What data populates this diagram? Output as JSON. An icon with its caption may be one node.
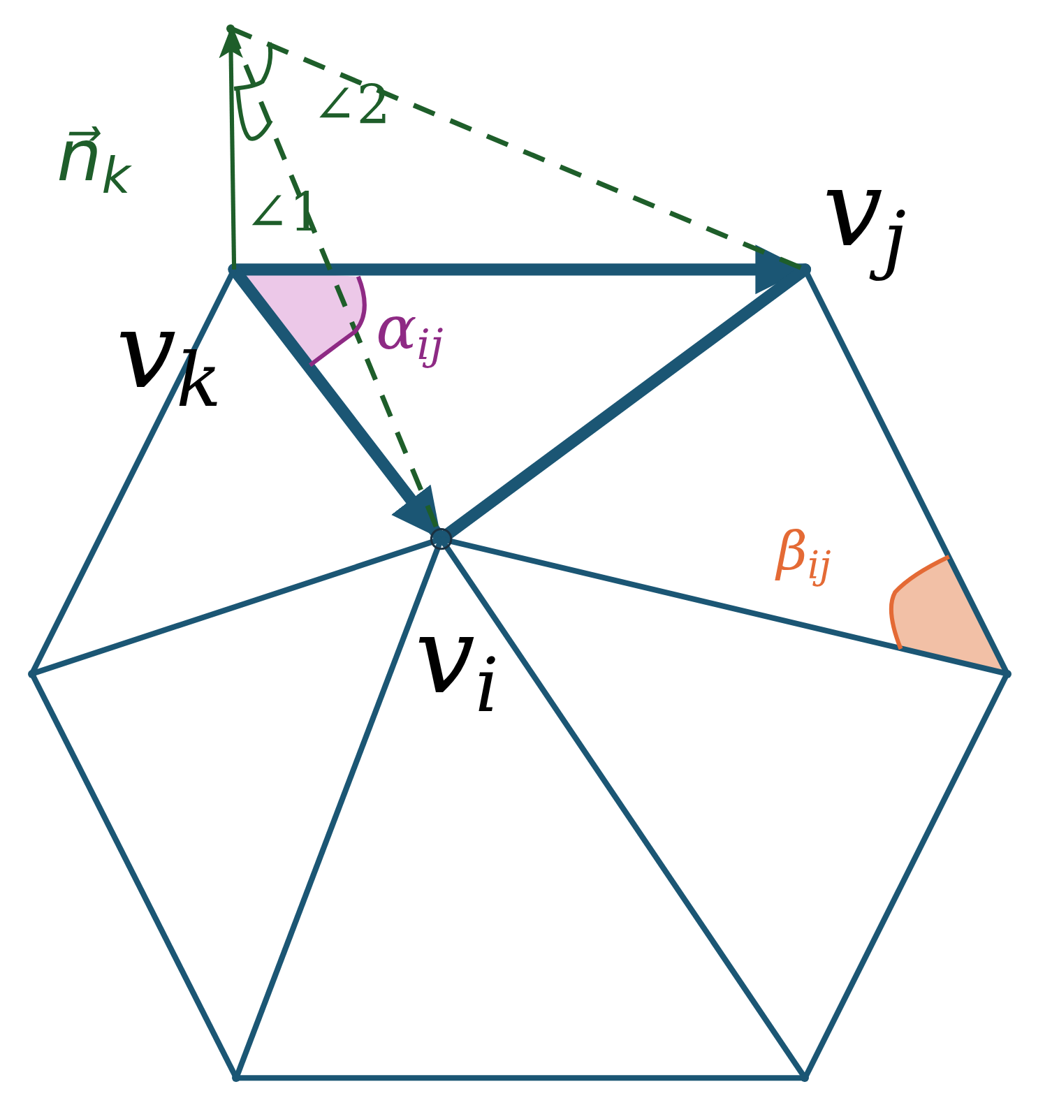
{
  "diagram": {
    "nodes": [
      {
        "text": [
          "v$_{k}$"
        ]
      },
      {
        "text": [
          "v$_{j}$"
        ]
      },
      {
        "text": [
          "v$_{i}$"
        ]
      },
      {
        "text": [],
        "shape": "point"
      },
      {
        "text": [],
        "shape": "point"
      },
      {
        "text": [],
        "shape": "point"
      },
      {
        "text": [],
        "shape": "point"
      },
      {
        "text": [],
        "shape": "point"
      }
    ],
    "edges": [
      {
        "from": 0,
        "to": 1,
        "arrow": "to",
        "style": "thick"
      },
      {
        "from": 0,
        "to": 2,
        "arrow": "to",
        "style": "thick"
      },
      {
        "from": 2,
        "to": 1,
        "arrow": "none",
        "style": "thick"
      },
      {
        "from": 0,
        "to": 3,
        "arrow": "none"
      },
      {
        "from": 3,
        "to": 4,
        "arrow": "none"
      },
      {
        "from": 4,
        "to": 5,
        "arrow": "none"
      },
      {
        "from": 5,
        "to": 6,
        "arrow": "none"
      },
      {
        "from": 6,
        "to": 1,
        "arrow": "none"
      },
      {
        "from": 2,
        "to": 3,
        "arrow": "none"
      },
      {
        "from": 2,
        "to": 4,
        "arrow": "none"
      },
      {
        "from": 2,
        "to": 5,
        "arrow": "none"
      },
      {
        "from": 2,
        "to": 6,
        "arrow": "none"
      },
      {
        "from": 0,
        "to": 7,
        "arrow": "to",
        "color": "#1e5e2a",
        "label": "n⃗$_{k}$"
      },
      {
        "from": 7,
        "to": 2,
        "arrow": "none",
        "style": "dashed",
        "color": "#1e5e2a"
      },
      {
        "from": 7,
        "to": 1,
        "arrow": "none",
        "style": "dashed",
        "color": "#1e5e2a"
      }
    ],
    "labels": [
      "∠2",
      "∠1",
      "α$_{ij}$",
      "β$_{ij}$"
    ]
  }
}
